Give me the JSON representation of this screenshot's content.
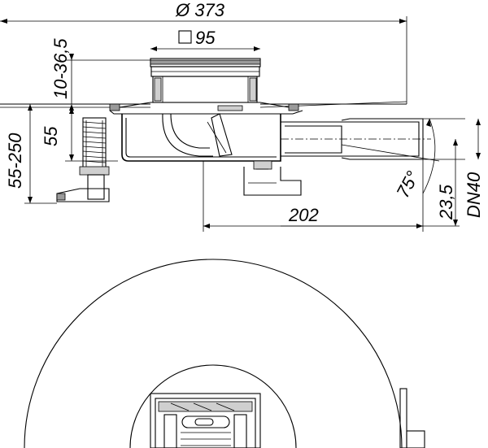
{
  "dimensions": {
    "outer_diameter": "Ø 373",
    "grate_size": "95",
    "height_adjust": "10-36,5",
    "total_height": "55-250",
    "body_height": "55",
    "outlet_length": "202",
    "outlet_angle": "75°",
    "outlet_height": "23,5",
    "outlet_size": "DN40"
  }
}
